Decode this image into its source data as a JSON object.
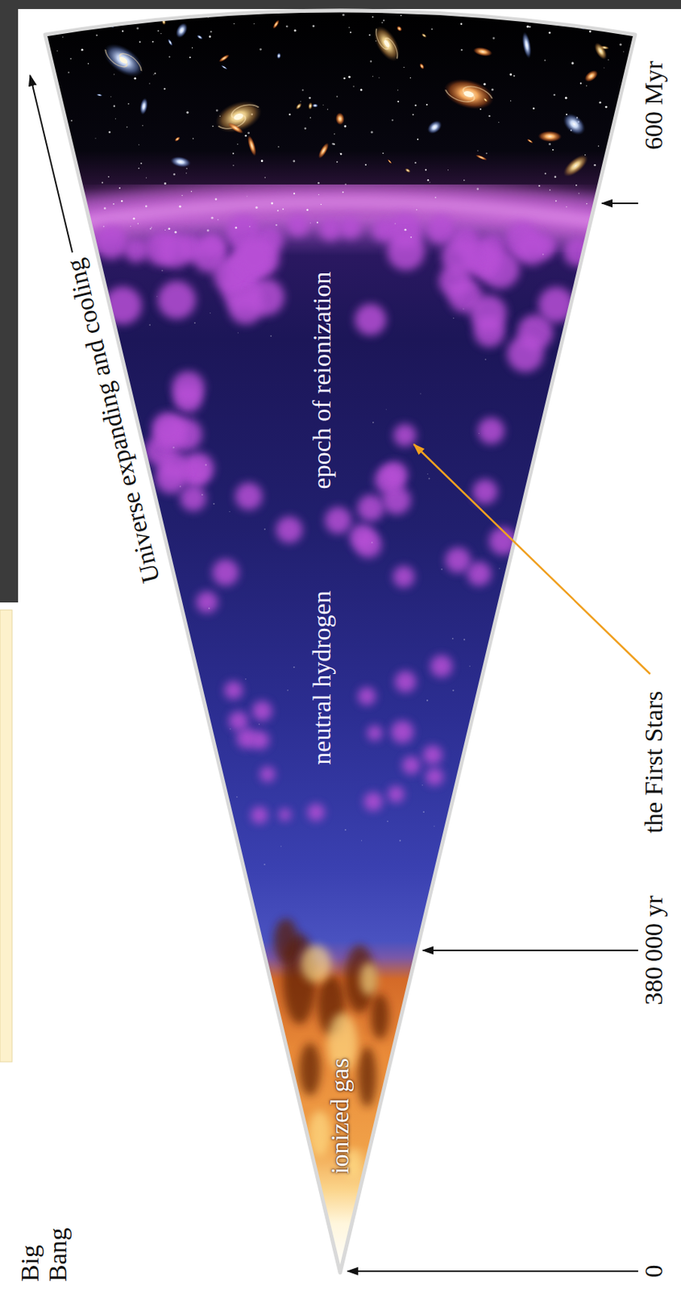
{
  "diagram": {
    "labels": [
      "Universe expanding and cooling",
      "epoch of reionization",
      "neutral hydrogen",
      "ionized gas",
      "Big Bang",
      "600 Myr",
      "the First Stars",
      "380 000 yr",
      "0"
    ]
  }
}
